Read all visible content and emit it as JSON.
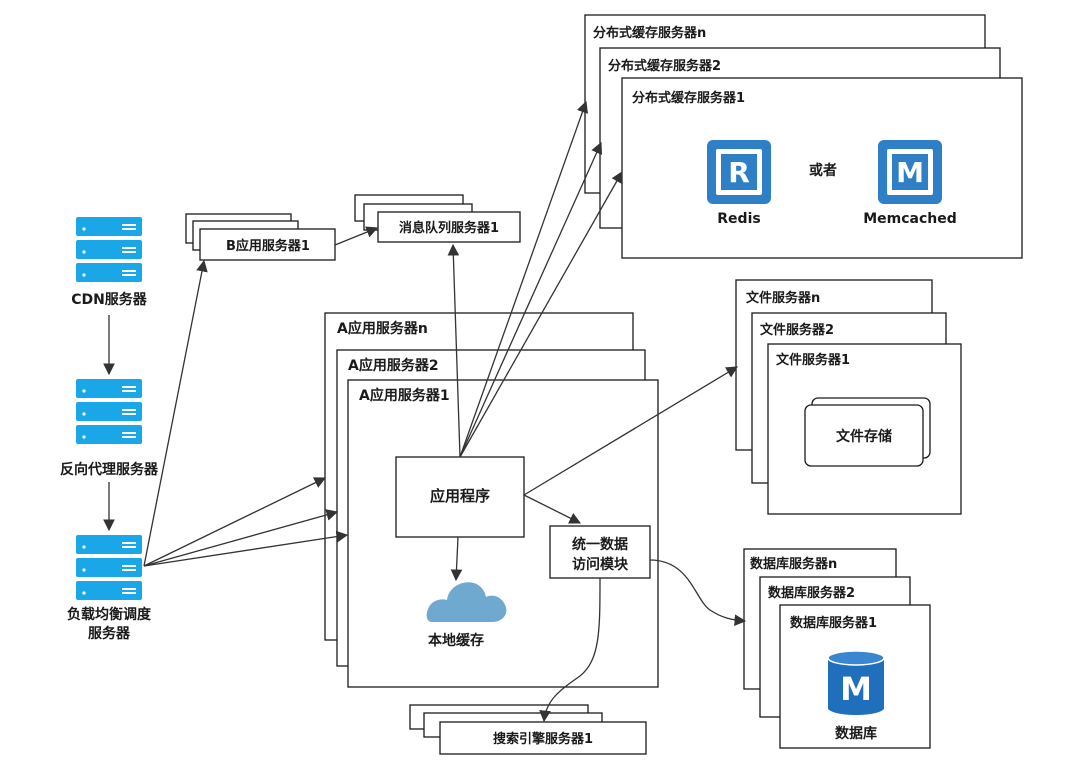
{
  "nodes": {
    "cdn": "CDN服务器",
    "reverse_proxy": "反向代理服务器",
    "load_balancer_line1": "负载均衡调度",
    "load_balancer_line2": "服务器",
    "b_app": "B应用服务器1",
    "mq": "消息队列服务器1",
    "a_app_n": "A应用服务器n",
    "a_app_2": "A应用服务器2",
    "a_app_1": "A应用服务器1",
    "app_program": "应用程序",
    "unified_access_line1": "统一数据",
    "unified_access_line2": "访问模块",
    "local_cache": "本地缓存",
    "search_engine": "搜索引擎服务器1",
    "cache_n": "分布式缓存服务器n",
    "cache_2": "分布式缓存服务器2",
    "cache_1": "分布式缓存服务器1",
    "redis_letter": "R",
    "redis": "Redis",
    "or": "或者",
    "memcached_letter": "M",
    "memcached": "Memcached",
    "file_n": "文件服务器n",
    "file_2": "文件服务器2",
    "file_1": "文件服务器1",
    "file_storage": "文件存储",
    "db_n": "数据库服务器n",
    "db_2": "数据库服务器2",
    "db_1": "数据库服务器1",
    "db_letter": "M",
    "database": "数据库"
  },
  "colors": {
    "server_blue": "#1aa7e8",
    "chip_blue": "#2f7fc6",
    "cloud_blue": "#6fa9cf",
    "db_blue": "#1f6fbd"
  },
  "icons": [
    "server-rack-icon",
    "chip-icon",
    "cloud-icon",
    "database-cylinder-icon"
  ]
}
